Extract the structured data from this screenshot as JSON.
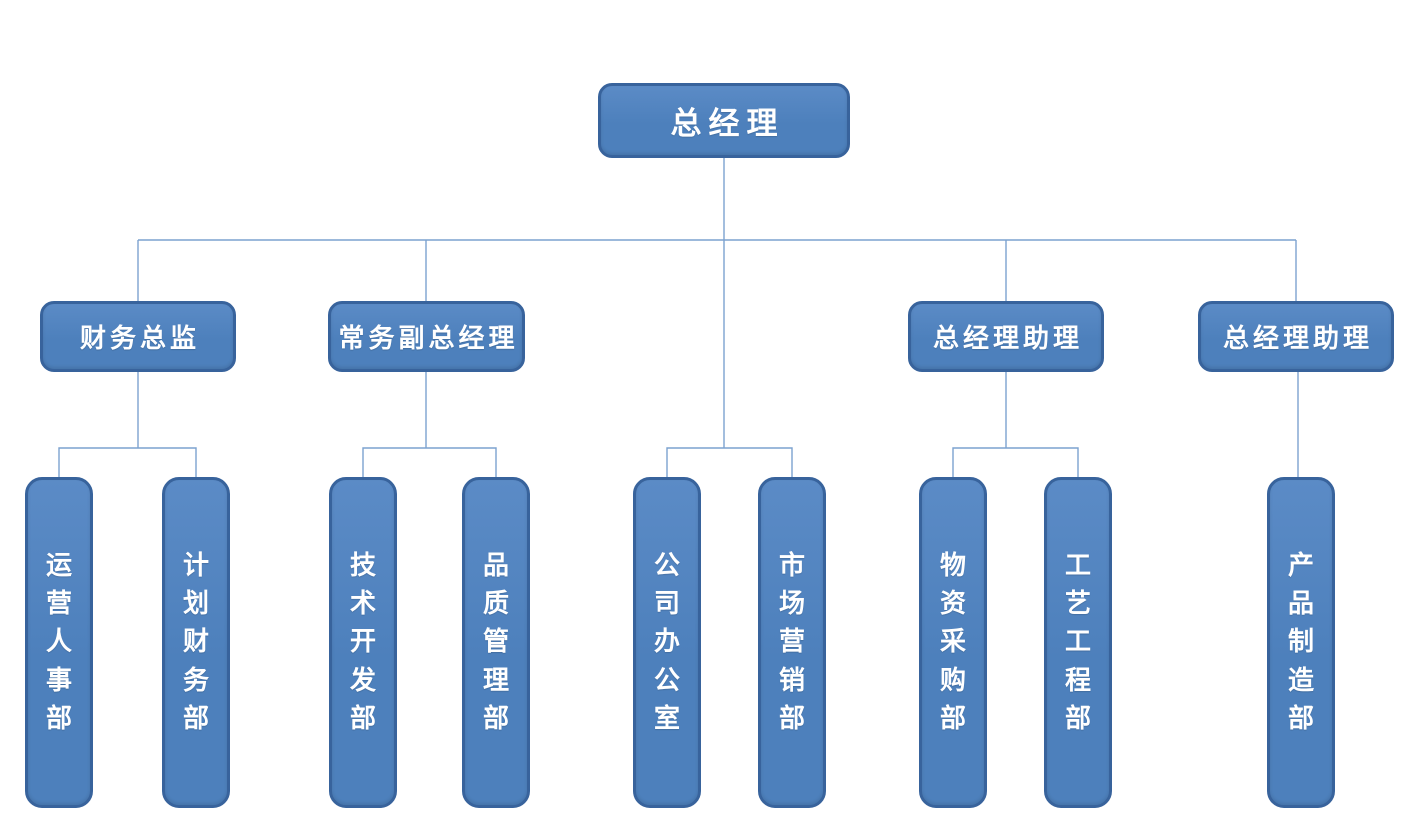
{
  "diagram": {
    "type": "organization-chart",
    "language": "zh-CN"
  },
  "colors": {
    "node_fill": "#4d80bc",
    "node_fill_light": "#5b8bc6",
    "node_border": "#38639c",
    "connector": "#7ca2cf",
    "node_text": "#ffffff",
    "background": "#ffffff"
  },
  "org": {
    "nodes": {
      "root": {
        "label": "总经理",
        "parent": null
      },
      "m1": {
        "label": "财务总监",
        "parent": "root"
      },
      "m2": {
        "label": "常务副总经理",
        "parent": "root"
      },
      "m3": {
        "label": "总经理助理",
        "parent": "root"
      },
      "m4": {
        "label": "总经理助理",
        "parent": "root"
      },
      "d1": {
        "label": "运营人事部",
        "parent": "m1"
      },
      "d2": {
        "label": "计划财务部",
        "parent": "m1"
      },
      "d3": {
        "label": "技术开发部",
        "parent": "m2"
      },
      "d4": {
        "label": "品质管理部",
        "parent": "m2"
      },
      "d5": {
        "label": "公司办公室",
        "parent": "root"
      },
      "d6": {
        "label": "市场营销部",
        "parent": "root"
      },
      "d7": {
        "label": "物资采购部",
        "parent": "m3"
      },
      "d8": {
        "label": "工艺工程部",
        "parent": "m3"
      },
      "d9": {
        "label": "产品制造部",
        "parent": "m4"
      }
    }
  }
}
